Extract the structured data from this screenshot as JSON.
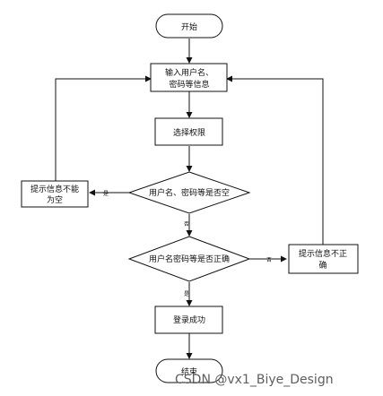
{
  "flowchart": {
    "start": "开始",
    "input": [
      "输入用户名、",
      "密码等信息"
    ],
    "select_permission": "选择权限",
    "check_empty": "用户名、密码等是否空",
    "empty_message": [
      "提示信息不能",
      "为空"
    ],
    "check_correct": "用户名密码等是否正确",
    "incorrect_message": [
      "提示信息不正",
      "确"
    ],
    "login_success": "登录成功",
    "end": "结束",
    "labels": {
      "empty_yes": "是",
      "empty_no": "否",
      "correct_no": "否",
      "correct_yes": "是"
    }
  },
  "watermark": "CSDN @vx1_Biye_Design"
}
